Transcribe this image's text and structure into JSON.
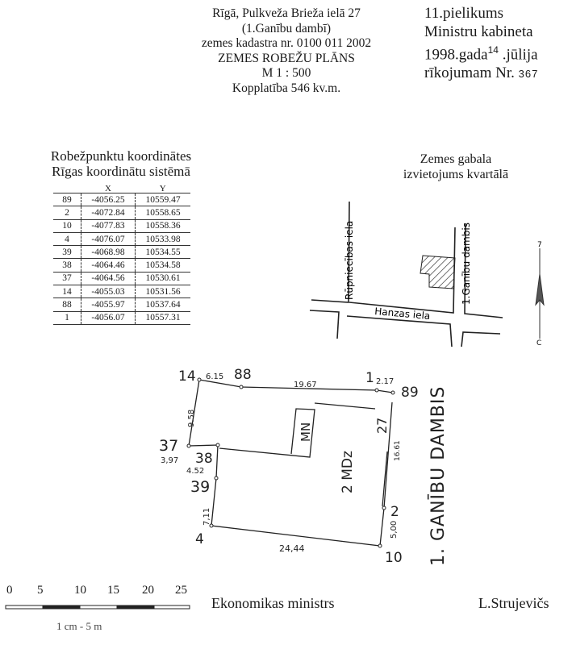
{
  "header": {
    "lines": [
      "Rīgā, Pulkveža Brieža ielā 27",
      "(1.Ganību dambī)",
      "zemes kadastra nr. 0100 011 2002",
      "ZEMES ROBEŽU PLĀNS",
      "M 1 : 500",
      "Kopplatība 546 kv.m."
    ]
  },
  "annex": {
    "line1": "11.pielikums",
    "line2": "Ministru kabineta",
    "line3_a": "1998.gada",
    "line3_day": "14",
    "line3_b": ".jūlija",
    "line4": "rīkojumam Nr.",
    "line4_nr": "367"
  },
  "coords_table": {
    "title1": "Robežpunktu koordinātes",
    "title2": "Rīgas koordinātu sistēmā",
    "col_x": "X",
    "col_y": "Y",
    "rows": [
      [
        "89",
        "-4056.25",
        "10559.47"
      ],
      [
        "2",
        "-4072.84",
        "10558.65"
      ],
      [
        "10",
        "-4077.83",
        "10558.36"
      ],
      [
        "4",
        "-4076.07",
        "10533.98"
      ],
      [
        "39",
        "-4068.98",
        "10534.55"
      ],
      [
        "38",
        "-4064.46",
        "10534.58"
      ],
      [
        "37",
        "-4064.56",
        "10530.61"
      ],
      [
        "14",
        "-4055.03",
        "10531.56"
      ],
      [
        "88",
        "-4055.97",
        "10537.64"
      ],
      [
        "1",
        "-4056.07",
        "10557.31"
      ]
    ]
  },
  "location_map": {
    "title1": "Zemes gabala",
    "title2": "izvietojums kvartālā",
    "street1": "Rūpniecības iela",
    "street2": "1.Ganību dambis",
    "street3": "Hanzas iela",
    "north_top": "7",
    "north_bottom": "C"
  },
  "plan": {
    "points": {
      "p14": "14",
      "p88": "88",
      "p1": "1",
      "p89": "89",
      "p37": "37",
      "p38": "38",
      "p39": "39",
      "p4": "4",
      "p10": "10",
      "p2": "2",
      "p27": "27"
    },
    "distances": {
      "d14_88": "6.15",
      "d88_1": "19.67",
      "d1_89": "2.17",
      "d37_14": "9.58",
      "d37_38": "3,97",
      "d38_39": "4.52",
      "d39_4": "7,11",
      "d4_10": "24,44",
      "d10_2": "5,00",
      "d2_27": "16.61"
    },
    "building": "MN",
    "zone": "2 MDz",
    "street": "1. GANĪBU DAMBIS"
  },
  "scale_bar": {
    "ticks": [
      "0",
      "5",
      "10",
      "15",
      "20",
      "25"
    ],
    "caption": "1 cm - 5 m"
  },
  "footer": {
    "position": "Ekonomikas ministrs",
    "name": "L.Strujevičs"
  }
}
